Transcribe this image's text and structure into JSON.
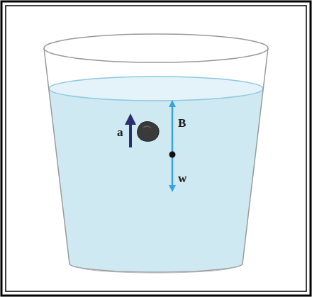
{
  "diagram": {
    "labels": [
      "a",
      "B",
      "w"
    ]
  }
}
